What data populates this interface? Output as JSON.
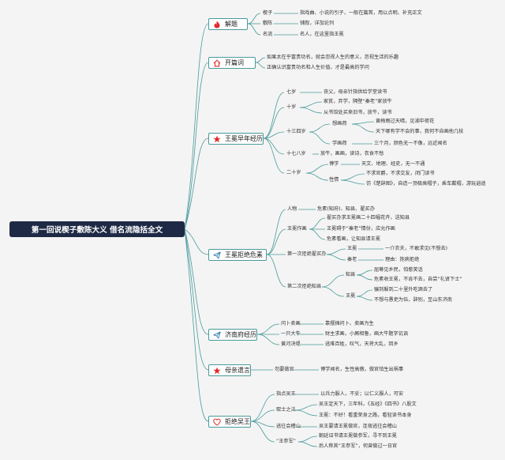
{
  "root": "第一回说楔子敷陈大义 借名流隐括全文",
  "branches": {
    "b1": {
      "label": "解题",
      "icon": "fire-icon",
      "items": [
        {
          "key": "楔子",
          "value": "指戏曲、小说的引子，一般在篇首，用以点明、补充正文"
        },
        {
          "key": "敷陈",
          "value": "铺叙，详加论列"
        },
        {
          "key": "名流",
          "value": "名人，在这里指王冕"
        }
      ]
    },
    "b2": {
      "label": "开篇词",
      "icon": "home-icon",
      "lines": [
        "如果太在乎富贵功名，就会忽视人生的意义，忽视生活的乐趣",
        "正确认识富贵功名和人生价值，才是最高的学问"
      ]
    },
    "b3": {
      "label": "王冕早年经历",
      "icon": "star-icon",
      "a7": {
        "key": "七岁",
        "value": "丧父，母亲针指供给学堂读书"
      },
      "a10": {
        "key": "十岁",
        "lines": [
          "家贫，弃学，隔壁“秦老”家放牛",
          "从书馆处买来旧书，放牛，读书"
        ]
      },
      "a1314": {
        "key": "十三四岁",
        "painting": {
          "key": "想画荷",
          "lines": [
            "黄梅雨过天晴，见湖中荷花",
            "天下哪有学不会的事，我何不自画他几枝"
          ]
        },
        "study": {
          "key": "学画荷",
          "value": "三个月，颜色无一不像，远近闻名"
        }
      },
      "a1718": {
        "key": "十七八岁",
        "value": "放牛，画画，读诗，衣食不愁"
      },
      "a20": {
        "key": "二十岁",
        "study": {
          "key": "博学",
          "value": "天文、地理、经史，无一不通"
        },
        "char": {
          "key": "性情",
          "lines": [
            "不求官爵，不求交友，闭门读书",
            "仿《楚辞图》，自造一顶极高帽子，乘车戴帽，游玩逍遥"
          ]
        }
      }
    },
    "b4": {
      "label": "王冕拒绝危素",
      "icon": "send-icon",
      "person": {
        "key": "人物",
        "value": "危素(知府)、知县、翟买办"
      },
      "work": {
        "key": "王冕作画",
        "lines": [
          "翟买办求王冕画二十四幅花卉，送知县",
          "王冕碍于“秦老”情份，应允作画",
          "危素看画，让知县请王冕"
        ]
      },
      "refuse1": {
        "key": "第一次拒绝翟买办",
        "wang": {
          "key": "王冕",
          "value": "一介农夫，不敢求见(不想去)"
        },
        "qin": {
          "key": "秦老",
          "value": "理由：抱病拒绝"
        }
      },
      "refuse2": {
        "key": "第二次拒绝知县",
        "county": {
          "key": "知县",
          "lines": [
            "屈尊见乡民，怕惹笑话",
            "危素收王冕，不肯不去，自尝“礼贤下士”"
          ]
        },
        "wang": {
          "key": "王冕",
          "lines": [
            "骗到躲到二十里外吃酒去了",
            "不想与愚吏为伍，辞别，至山东济南"
          ]
        }
      }
    },
    "b5": {
      "label": "济南府经历",
      "icon": "send-icon",
      "items": [
        {
          "key": "问卜卖画",
          "value": "靠摆摊问卜、卖画为生"
        },
        {
          "key": "一只大牛",
          "value": "财主求画，小厮相鲁，画大牛题字讥讽"
        },
        {
          "key": "黄河决堤",
          "value": "逃难百姓，叹气，天将大乱，回乡"
        }
      ]
    },
    "b6": {
      "label": "母亲遗言",
      "icon": "star-icon",
      "item": {
        "key": "勿要做官",
        "value": "博学闻名，生性高傲，做官怕生出祸事"
      }
    },
    "b7": {
      "label": "拒绝吴王",
      "icon": "heart-icon",
      "items": [
        {
          "key": "指点吴王",
          "lines": [
            "以兵力服人，不妥；以仁义服人，可安"
          ]
        },
        {
          "key": "取士之法",
          "lines": [
            "吴王定天下，三年科，《五经》《四书》八股文",
            "王冕：不好！看重荣身之路，看轻读书本身"
          ]
        },
        {
          "key": "逃往会稽山",
          "lines": [
            "吴王要请王冕做官，连夜逃往会稽山"
          ]
        },
        {
          "key": "“王参军”",
          "lines": [
            "朝廷诏书请王冕做参军，寻不到王冕",
            "后人称其“王参军”，何曾做过一日官"
          ]
        }
      ]
    }
  },
  "colors": {
    "line": "#4a9a9a",
    "branch_border": "#4a9a9a",
    "root_bg": "#1e2a45",
    "icon_red": "#e02b2b",
    "background": "#f4f4f4"
  }
}
